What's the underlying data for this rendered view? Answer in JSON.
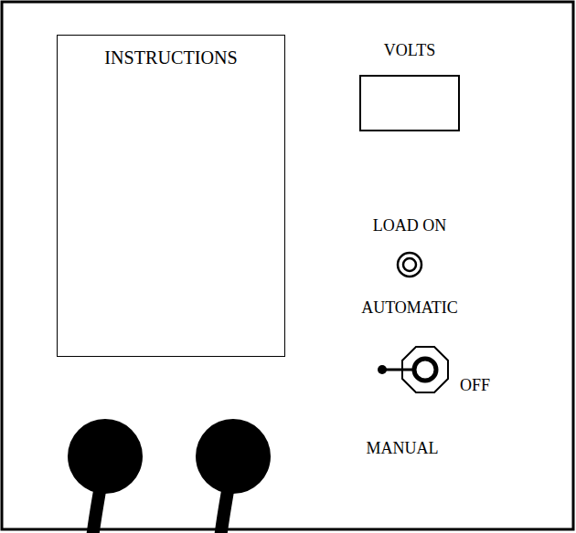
{
  "diagram": {
    "nodes": [
      {
        "text": [
          "INSTRUCTIONS"
        ]
      },
      {
        "text": [
          "VOLTS"
        ]
      }
    ],
    "labels": [
      "LOAD ON",
      "AUTOMATIC",
      "OFF",
      "MANUAL"
    ]
  }
}
